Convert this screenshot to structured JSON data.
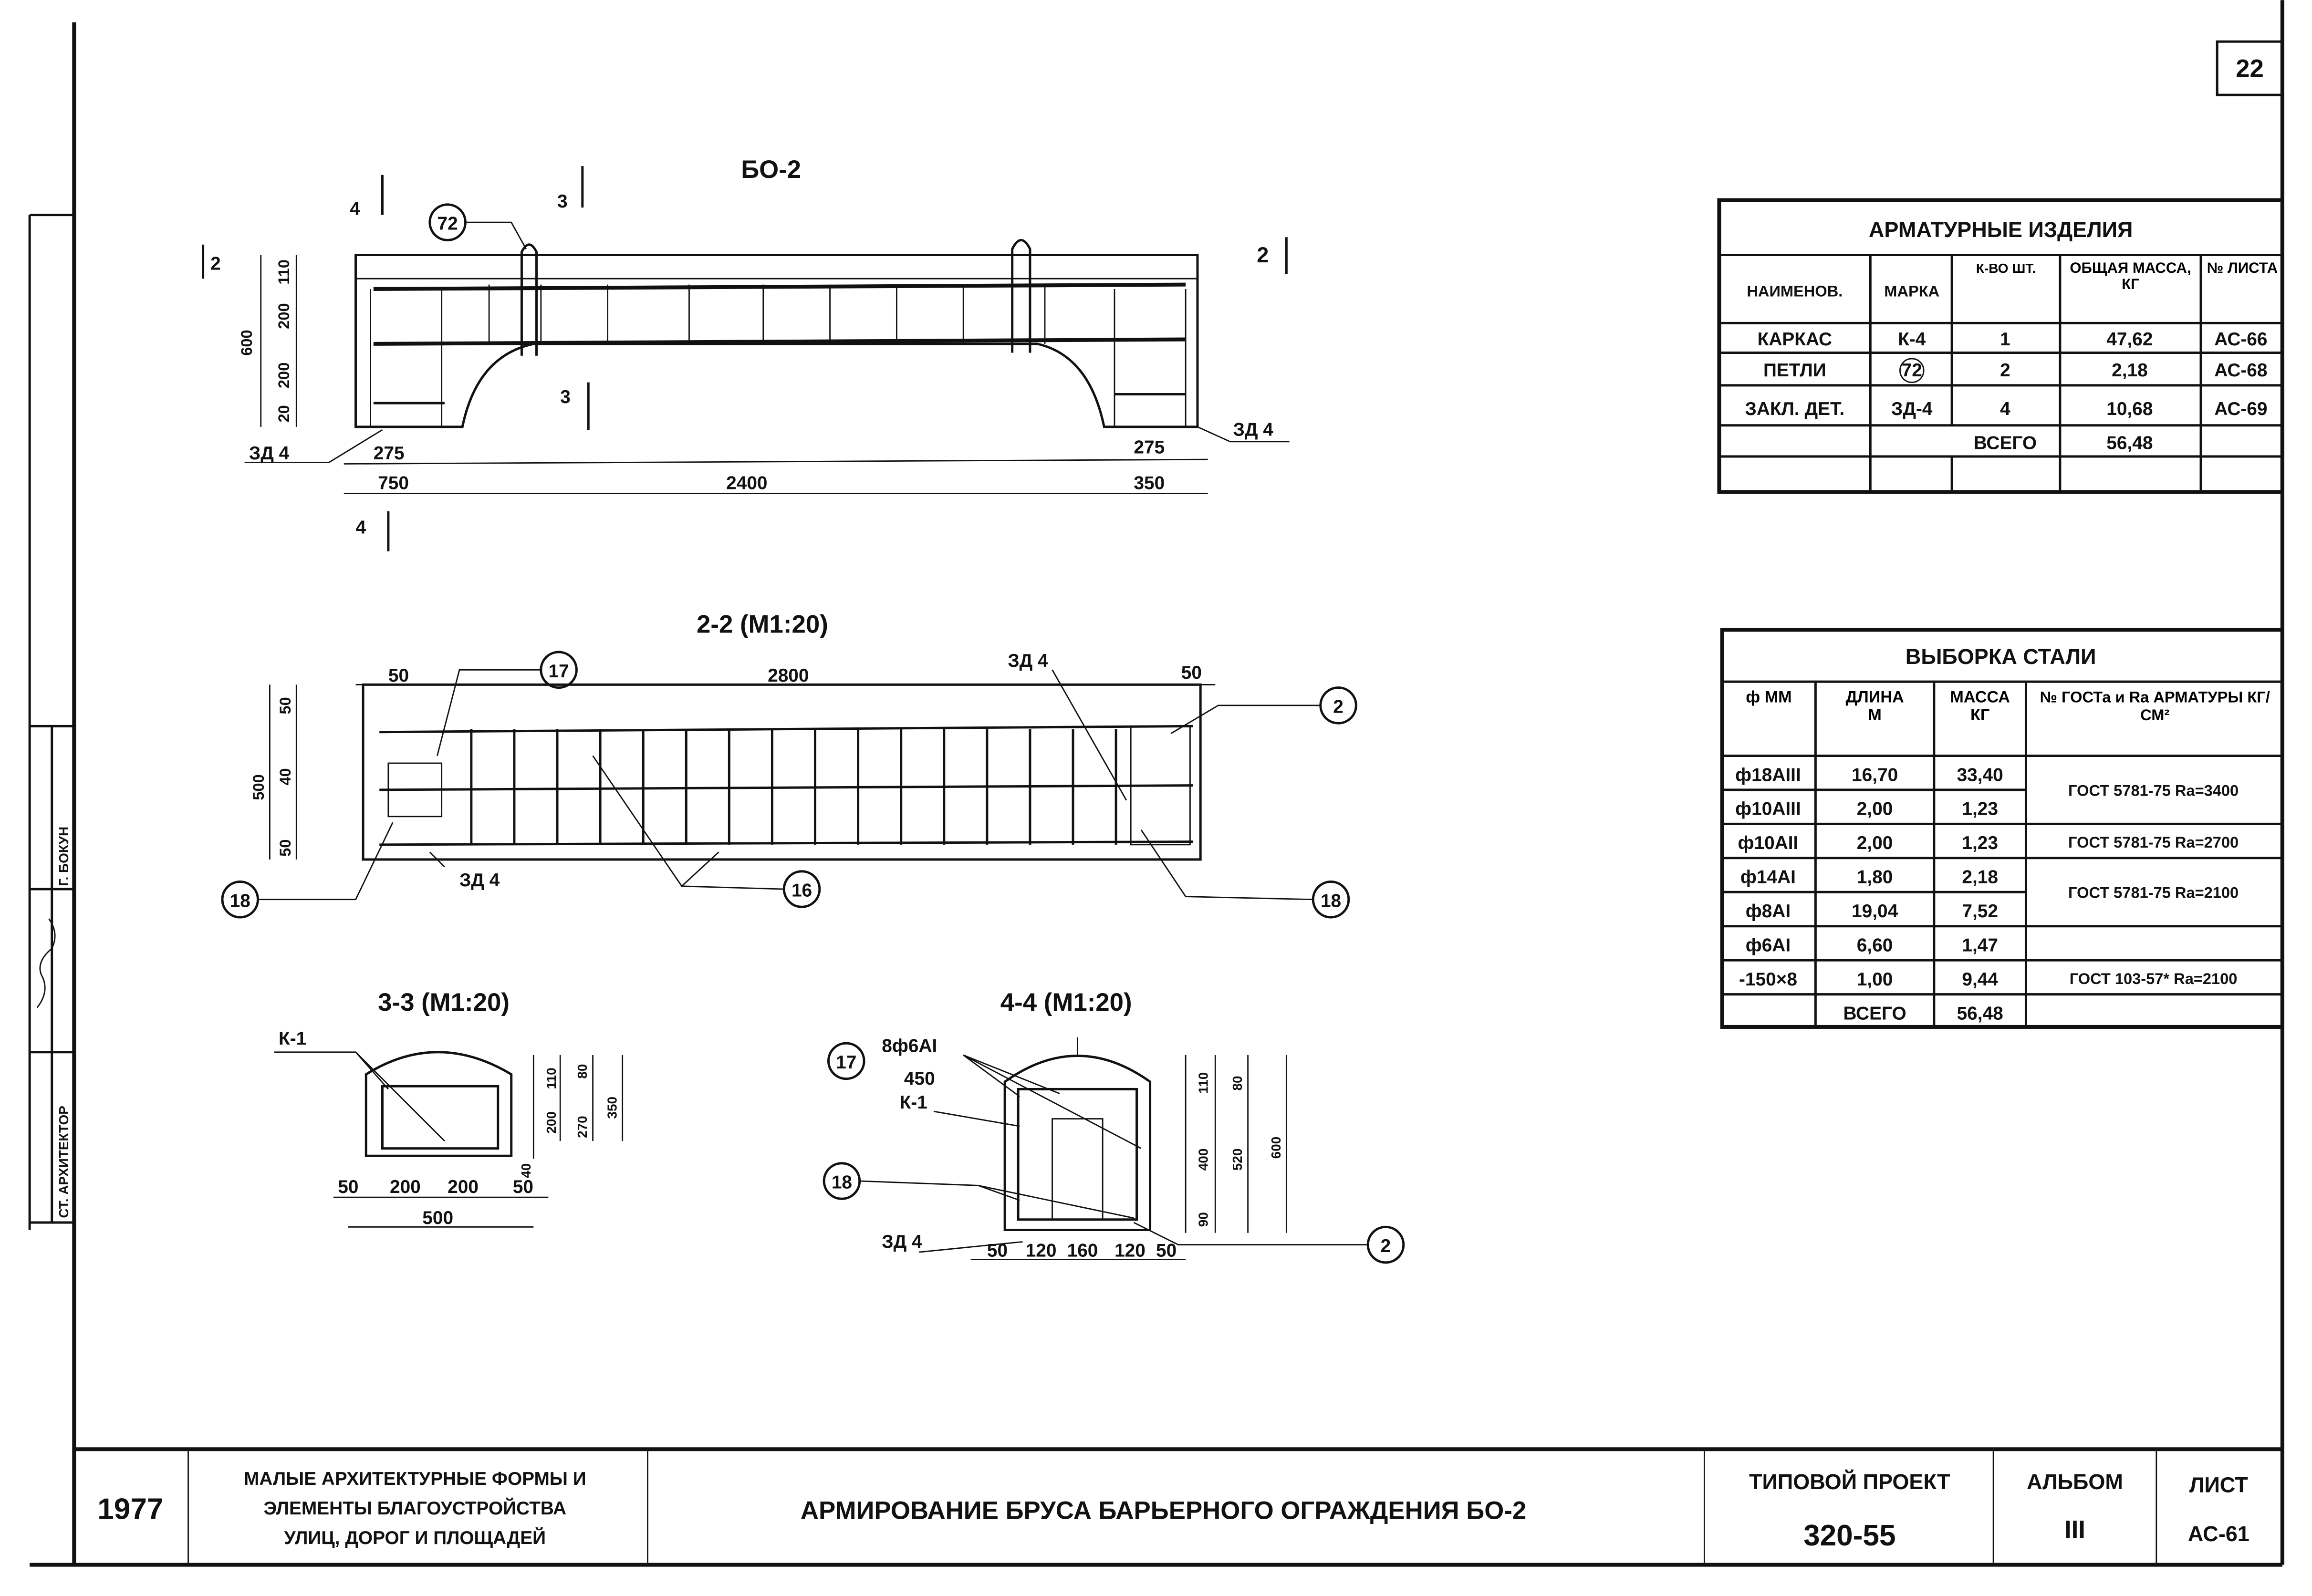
{
  "sheet": {
    "page_number": "22",
    "side_stamp": {
      "name": "Г. БОКУН",
      "role": "СТ. АРХИТЕКТОР"
    }
  },
  "views": {
    "elevation": {
      "title": "БО-2",
      "callout_loop": "72",
      "embedded_left": "ЗД 4",
      "embedded_right": "ЗД 4",
      "section_marks": [
        "4",
        "3",
        "2",
        "2",
        "3",
        "4"
      ],
      "dims_vertical": [
        "600",
        "110",
        "200",
        "200",
        "20"
      ],
      "dims_bottom": [
        "275",
        "275",
        "750",
        "2400",
        "350"
      ]
    },
    "section_2_2": {
      "title": "2-2 (М1:20)",
      "dims_top": [
        "50",
        "2800",
        "50"
      ],
      "dims_left": [
        "50",
        "500",
        "40",
        "50"
      ],
      "callouts": [
        "17",
        "2",
        "18",
        "16",
        "18"
      ],
      "embedded_top": "ЗД 4",
      "embedded_bottom": "ЗД 4"
    },
    "section_3_3": {
      "title": "3-3 (М1:20)",
      "frame_label": "К-1",
      "dims_right": [
        "110",
        "80",
        "200",
        "270",
        "350",
        "40"
      ],
      "dims_bottom": [
        "50",
        "200",
        "200",
        "50",
        "500"
      ]
    },
    "section_4_4": {
      "title": "4-4 (М1:20)",
      "bar_label": "8ф6АI",
      "length_label": "450",
      "frame_label": "К-1",
      "callouts": [
        "17",
        "18",
        "2"
      ],
      "embedded": "ЗД 4",
      "dims_right": [
        "110",
        "80",
        "400",
        "520",
        "600",
        "90"
      ],
      "dims_bottom": [
        "50",
        "120",
        "160",
        "120",
        "50"
      ]
    }
  },
  "products_table": {
    "title": "АРМАТУРНЫЕ ИЗДЕЛИЯ",
    "headers": [
      "НАИМЕНОВ.",
      "МАРКА",
      "К-ВО ШТ.",
      "ОБЩАЯ МАССА, КГ",
      "№ ЛИСТА"
    ],
    "rows": [
      [
        "КАРКАС",
        "К-4",
        "1",
        "47,62",
        "АС-66"
      ],
      [
        "ПЕТЛИ",
        "72",
        "2",
        "2,18",
        "АС-68"
      ],
      [
        "ЗАКЛ. ДЕТ.",
        "ЗД-4",
        "4",
        "10,68",
        "АС-69"
      ]
    ],
    "total_label": "ВСЕГО",
    "total_value": "56,48"
  },
  "steel_table": {
    "title": "ВЫБОРКА СТАЛИ",
    "headers": [
      "ф ММ",
      "ДЛИНА М",
      "МАССА КГ",
      "№ ГОСТа и Rа АРМАТУРЫ КГ/СМ²"
    ],
    "rows": [
      [
        "ф18АIII",
        "16,70",
        "33,40"
      ],
      [
        "ф10АIII",
        "2,00",
        "1,23"
      ],
      [
        "ф10АII",
        "2,00",
        "1,23"
      ],
      [
        "ф14АI",
        "1,80",
        "2,18"
      ],
      [
        "ф8АI",
        "19,04",
        "7,52"
      ],
      [
        "ф6АI",
        "6,60",
        "1,47"
      ],
      [
        "-150×8",
        "1,00",
        "9,44"
      ]
    ],
    "gost": [
      "ГОСТ 5781-75 Rа=3400",
      "ГОСТ 5781-75 Rа=2700",
      "ГОСТ 5781-75 Rа=2100",
      "ГОСТ 103-57* Rа=2100"
    ],
    "total_label": "ВСЕГО",
    "total_value": "56,48"
  },
  "title_block": {
    "year": "1977",
    "series_line1": "МАЛЫЕ АРХИТЕКТУРНЫЕ ФОРМЫ И",
    "series_line2": "ЭЛЕМЕНТЫ БЛАГОУСТРОЙСТВА",
    "series_line3": "УЛИЦ, ДОРОГ И ПЛОЩАДЕЙ",
    "drawing_title": "АРМИРОВАНИЕ БРУСА БАРЬЕРНОГО ОГРАЖДЕНИЯ БО-2",
    "project_label": "ТИПОВОЙ ПРОЕКТ",
    "project_number": "320-55",
    "album_label": "АЛЬБОМ",
    "album_number": "III",
    "sheet_label": "ЛИСТ",
    "sheet_number": "АС-61"
  }
}
